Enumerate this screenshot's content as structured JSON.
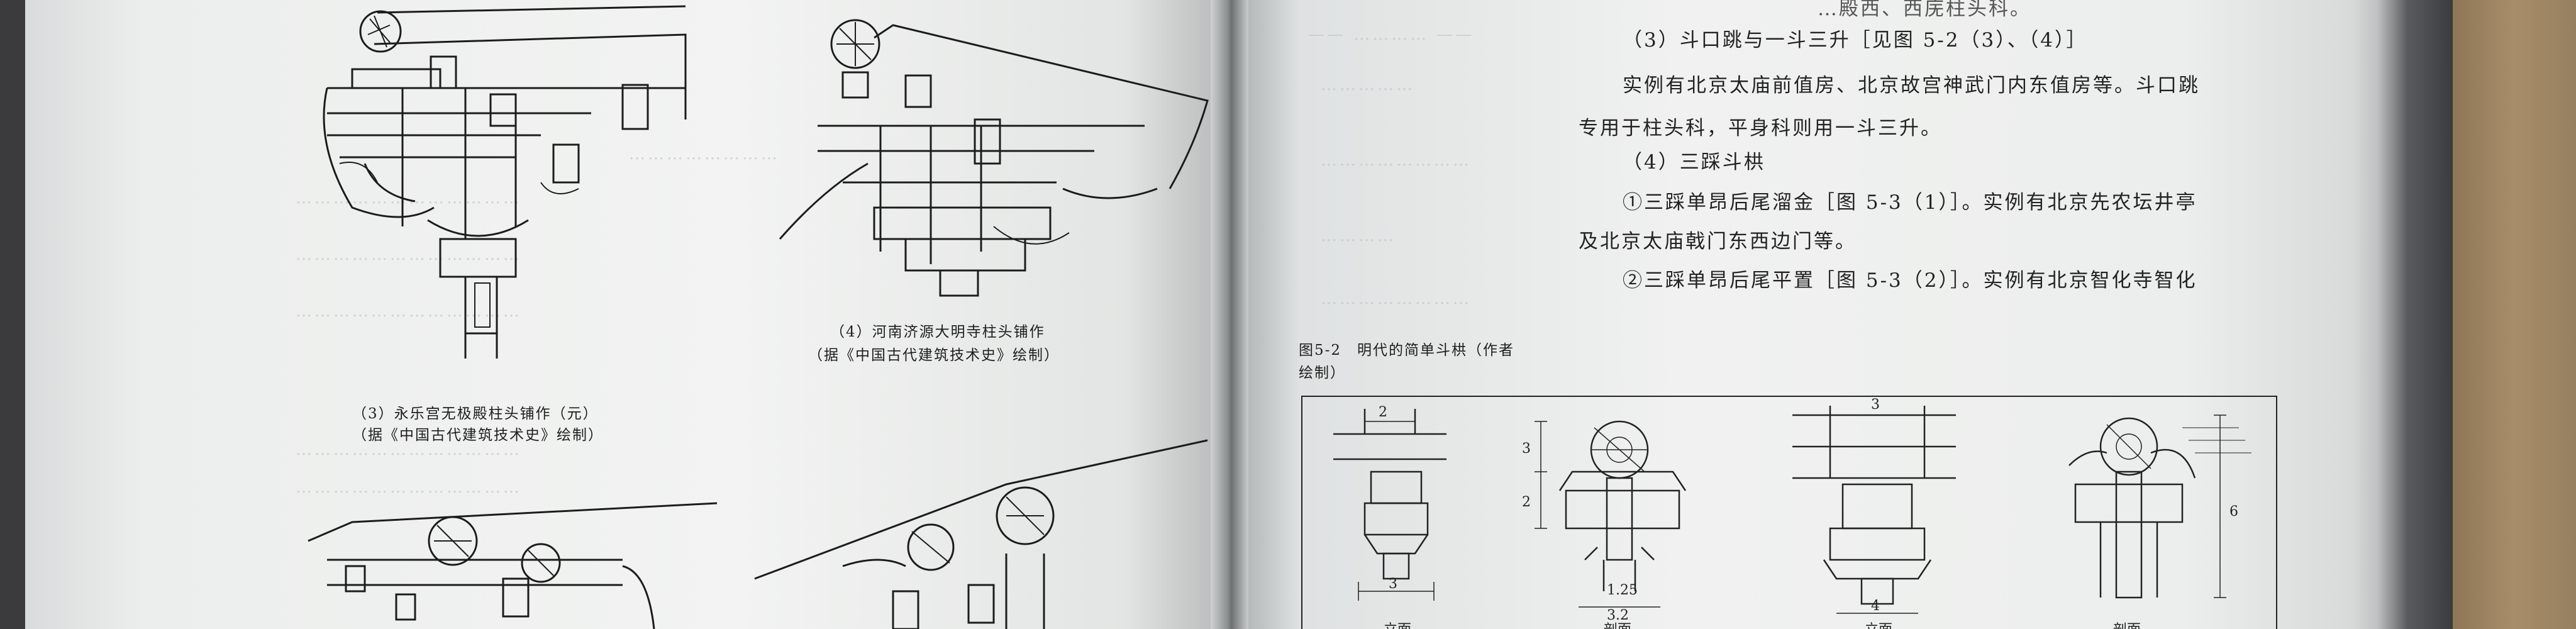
{
  "left_page": {
    "caption_3_line1": "（3）永乐宫无极殿柱头铺作（元）",
    "caption_3_line2": "（据《中国古代建筑技术史》绘制）",
    "caption_4_line1": "（4）河南济源大明寺柱头铺作",
    "caption_4_line2": "（据《中国古代建筑技术史》绘制）"
  },
  "right_page": {
    "top_partial": "…殿西、西庑柱头科。",
    "text_lines": [
      "（3）斗口跳与一斗三升［见图 5-2（3）、（4）］",
      "实例有北京太庙前值房、北京故宫神武门内东值房等。斗口跳",
      "专用于柱头科，平身科则用一斗三升。",
      "（4）三踩斗栱",
      "①三踩单昂后尾溜金［图 5-3（1）］。实例有北京先农坛井亭",
      "及北京太庙戟门东西边门等。",
      "②三踩单昂后尾平置［图 5-3（2）］。实例有北京智化寺智化"
    ],
    "figure_caption_line1": "图5-2　明代的简单斗栱（作者",
    "figure_caption_line2": "绘制）",
    "dims": {
      "d1": "2",
      "d2": "3",
      "d3": "2",
      "d4": "3",
      "d5": "1.25",
      "d6": "3.2",
      "d7": "3",
      "d8": "4",
      "d9": "6"
    },
    "view_labels": [
      "立面",
      "剖面",
      "立面",
      "剖面"
    ]
  }
}
